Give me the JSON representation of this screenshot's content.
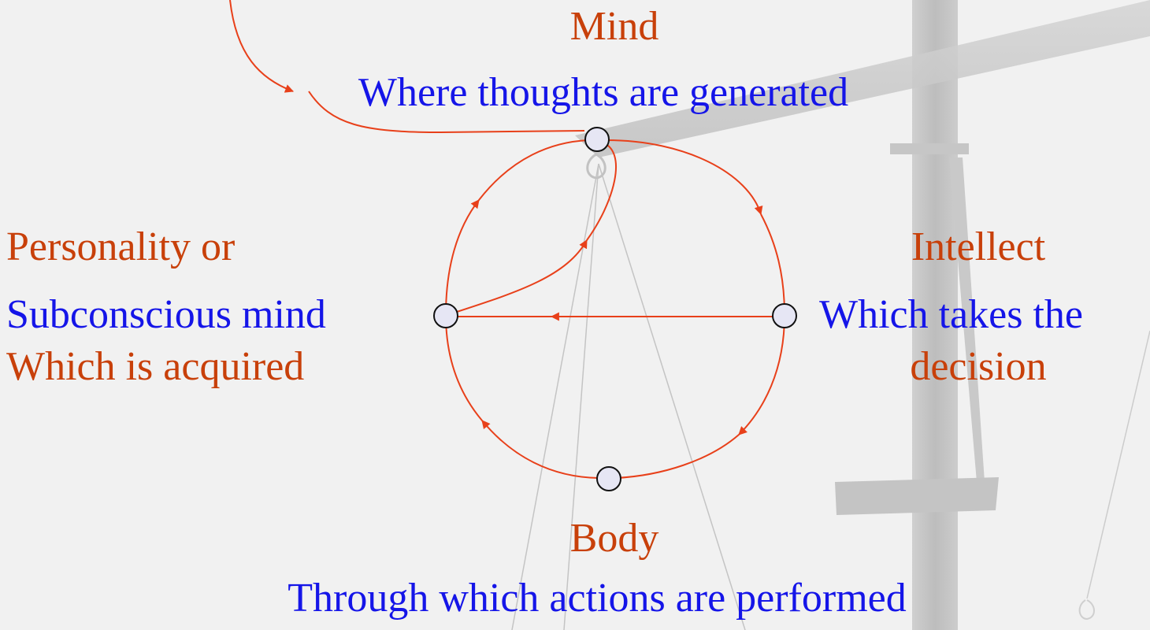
{
  "nodes": {
    "mind": {
      "title": "Mind",
      "desc": "Where thoughts are generated"
    },
    "personality": {
      "title": "Personality or",
      "line2": "Subconscious mind",
      "line3": "Which is acquired"
    },
    "intellect": {
      "title": "Intellect",
      "line2": "Which takes the",
      "line3": "decision"
    },
    "body": {
      "title": "Body",
      "desc": "Through which actions are performed"
    }
  },
  "colors": {
    "title": "#c8400a",
    "description": "#1515e8",
    "arrow": "#e8401a",
    "node_fill": "#e6e6f4",
    "background": "#f1f1f1",
    "scale_watermark": "#c2c2c2"
  }
}
